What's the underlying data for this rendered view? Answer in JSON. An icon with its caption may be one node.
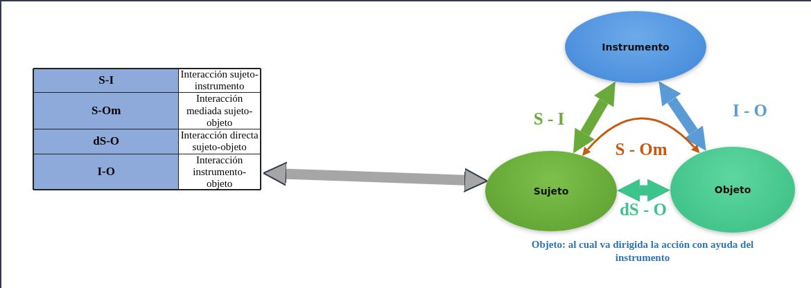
{
  "diagram": {
    "caption": "Objeto: al cual va dirigida la acción con ayuda del instrumento",
    "nodes": [
      {
        "text": [],
        "shape": "box"
      },
      {
        "text": [
          "Instrumento"
        ]
      },
      {
        "text": [
          "Sujeto"
        ]
      },
      {
        "text": [
          "Objeto"
        ]
      }
    ],
    "edges": [
      {
        "from": 0,
        "to": 2,
        "arrow": "both",
        "color": "#a6a6a6"
      },
      {
        "from": 2,
        "to": 1,
        "arrow": "both",
        "label": "S - I",
        "color": "#6aaa3a"
      },
      {
        "from": 3,
        "to": 1,
        "arrow": "both",
        "label": "I - O",
        "color": "#5b9bd5"
      },
      {
        "from": 2,
        "to": 3,
        "arrow": "both",
        "label": "S - Om",
        "color": "#c55a11"
      },
      {
        "from": 2,
        "to": 3,
        "arrow": "both",
        "label": "dS - O",
        "color": "#3cc48c"
      }
    ],
    "labels": [
      "S-I",
      "Interacción sujeto-instrumento",
      "S-Om",
      "Interacción mediada sujeto-objeto",
      "dS-O",
      "Interacción directa sujeto-objeto",
      "I-O",
      "Interacción instrumento-objeto"
    ]
  }
}
